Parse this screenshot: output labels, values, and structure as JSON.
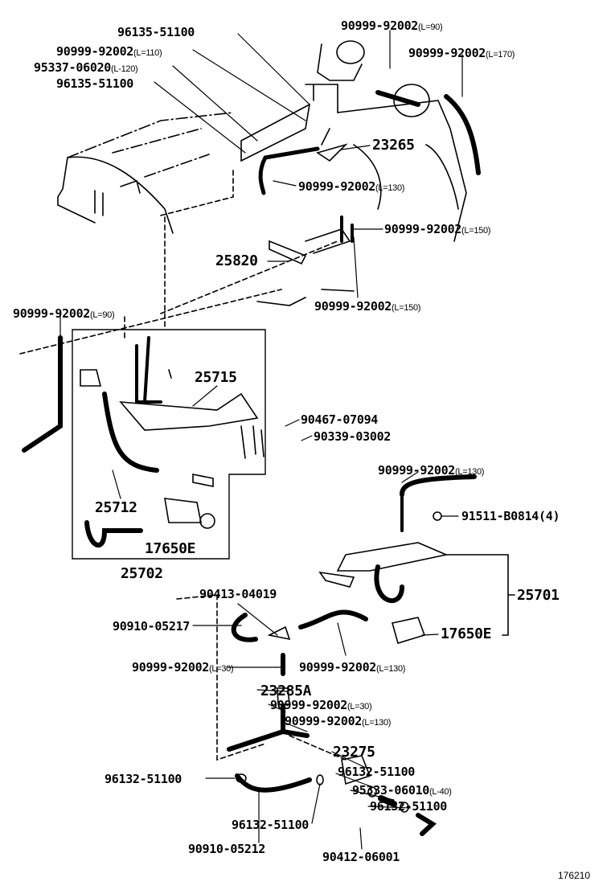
{
  "labels": [
    {
      "part": "96135-51100"
    },
    {
      "part": "90999-92002",
      "len": "(L=110)"
    },
    {
      "part": "95337-06020",
      "len": "(L-120)"
    },
    {
      "part": "96135-51100"
    },
    {
      "part": "90999-92002",
      "len": "(L=90)"
    },
    {
      "part": "90999-92002",
      "len": "(L=170)"
    },
    {
      "part": "23265"
    },
    {
      "part": "90999-92002",
      "len": "(L=130)"
    },
    {
      "part": "90999-92002",
      "len": "(L=150)"
    },
    {
      "part": "25820"
    },
    {
      "part": "90999-92002",
      "len": "(L=150)"
    },
    {
      "part": "90999-92002",
      "len": "(L=90)"
    },
    {
      "part": "25715"
    },
    {
      "part": "90467-07094"
    },
    {
      "part": "90339-03002"
    },
    {
      "part": "25712"
    },
    {
      "part": "17650E"
    },
    {
      "part": "25702"
    },
    {
      "part": "90999-92002",
      "len": "(L=130)"
    },
    {
      "part": "91511-B0814(4)"
    },
    {
      "part": "25701"
    },
    {
      "part": "90413-04019"
    },
    {
      "part": "90910-05217"
    },
    {
      "part": "17650E"
    },
    {
      "part": "90999-92002",
      "len": "(L=30)"
    },
    {
      "part": "90999-92002",
      "len": "(L=130)"
    },
    {
      "part": "23285A"
    },
    {
      "part": "90999-92002",
      "len": "(L=30)"
    },
    {
      "part": "90999-92002",
      "len": "(L=130)"
    },
    {
      "part": "23275"
    },
    {
      "part": "96132-51100"
    },
    {
      "part": "96132-51100"
    },
    {
      "part": "95333-06010",
      "len": "(L-40)"
    },
    {
      "part": "96132-51100"
    },
    {
      "part": "96132-51100"
    },
    {
      "part": "90910-05212"
    },
    {
      "part": "90412-06001"
    }
  ],
  "figure_number": "176210"
}
